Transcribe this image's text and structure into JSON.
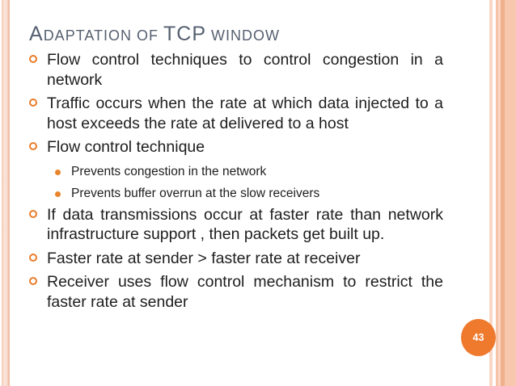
{
  "slide": {
    "title": {
      "p1": "A",
      "p2": "DAPTATION OF ",
      "p3": "TCP",
      "p4": " WINDOW"
    },
    "bullets": [
      {
        "level": 1,
        "text": "Flow control techniques to control congestion in a network"
      },
      {
        "level": 1,
        "text": "Traffic occurs when the rate at which data injected to a host exceeds the rate at delivered to a host"
      },
      {
        "level": 1,
        "text": "Flow control technique"
      },
      {
        "level": 2,
        "text": "Prevents congestion in the network"
      },
      {
        "level": 2,
        "text": "Prevents buffer overrun at the slow receivers"
      },
      {
        "level": 1,
        "text": "If data transmissions occur at faster rate than network infrastructure support , then packets get built up."
      },
      {
        "level": 1,
        "text": "Faster rate at sender > faster rate at receiver"
      },
      {
        "level": 1,
        "text": "Receiver uses flow control mechanism to restrict the faster rate at sender"
      }
    ],
    "page_number": "43",
    "colors": {
      "title_slate": "#566070",
      "bullet_orange": "#e87c2a",
      "badge_orange": "#ef7a2e",
      "body_text": "#1e1e1e",
      "stripe_peach": "#f6c3a7"
    }
  }
}
